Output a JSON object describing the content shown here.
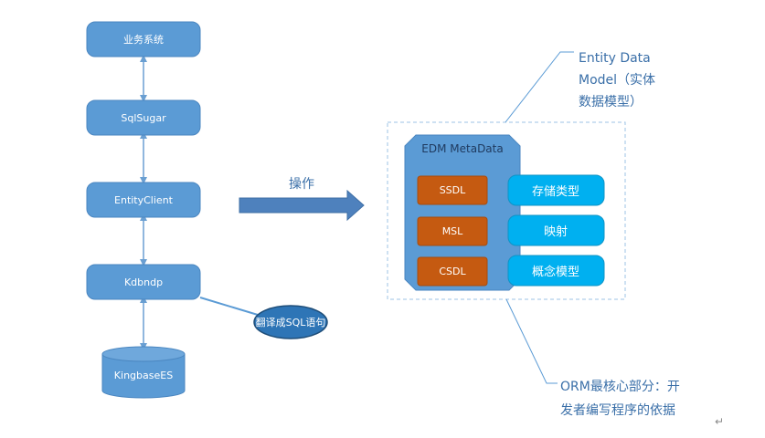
{
  "colors": {
    "box_fill": "#5b9bd5",
    "box_stroke": "#4a86c0",
    "arrow": "#6a9fd2",
    "orange": "#c55a11",
    "cyan": "#00b0f0",
    "callout_text": "#3a6fa8",
    "dashed": "#9dc3e6"
  },
  "stack": {
    "business": "业务系统",
    "sqlsugar": "SqlSugar",
    "entityclient": "EntityClient",
    "kdbndp": "Kdbndp",
    "db": "KingbaseES"
  },
  "translate_ellipse": "翻译成SQL语句",
  "operate_label": "操作",
  "edm": {
    "title": "EDM MetaData",
    "rows": [
      {
        "code": "SSDL",
        "meaning": "存储类型"
      },
      {
        "code": "MSL",
        "meaning": "映射"
      },
      {
        "code": "CSDL",
        "meaning": "概念模型"
      }
    ]
  },
  "callouts": {
    "edm_line1": "Entity Data",
    "edm_line2": "Model（实体",
    "edm_line3": "数据模型）",
    "orm_line1": "ORM最核心部分：开",
    "orm_line2": "发者编写程序的依据"
  },
  "return_mark": "↵"
}
